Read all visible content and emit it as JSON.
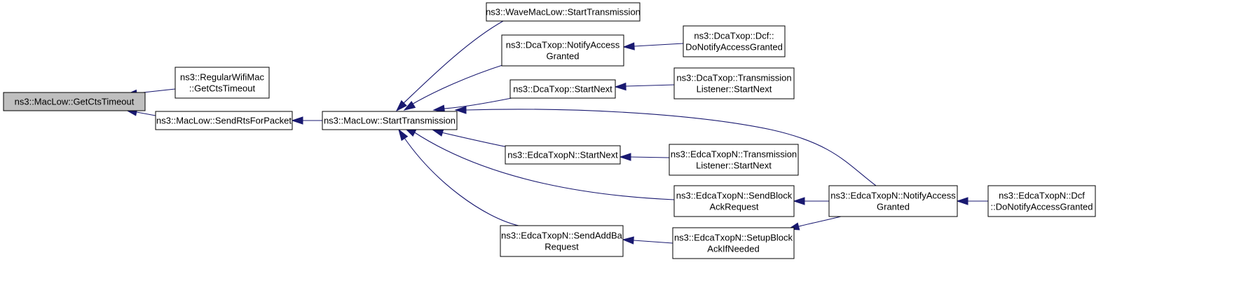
{
  "graph": {
    "colors": {
      "edge": "#191970",
      "focus_fill": "#bfbfbf",
      "node_fill": "#ffffff",
      "border": "#000000"
    },
    "nodes": [
      {
        "id": "getcts",
        "name": "node-maclow-getctstimeout",
        "lines": [
          "ns3::MacLow::GetCtsTimeout"
        ],
        "focus": true
      },
      {
        "id": "regular",
        "name": "node-regularwifimac-getctstimeout",
        "lines": [
          "ns3::RegularWifiMac",
          "::GetCtsTimeout"
        ]
      },
      {
        "id": "sendrts",
        "name": "node-maclow-sendrtsforpacket",
        "lines": [
          "ns3::MacLow::SendRtsForPacket"
        ]
      },
      {
        "id": "starttx",
        "name": "node-maclow-starttransmission",
        "lines": [
          "ns3::MacLow::StartTransmission"
        ]
      },
      {
        "id": "wave",
        "name": "node-wavemaclow-starttransmission",
        "lines": [
          "ns3::WaveMacLow::StartTransmission"
        ]
      },
      {
        "id": "dcanotify",
        "name": "node-dcatxop-notifyaccessgranted",
        "lines": [
          "ns3::DcaTxop::NotifyAccess",
          "Granted"
        ]
      },
      {
        "id": "dcadcf",
        "name": "node-dcatxop-dcf-donotifyaccessgranted",
        "lines": [
          "ns3::DcaTxop::Dcf::",
          "DoNotifyAccessGranted"
        ]
      },
      {
        "id": "dcanext",
        "name": "node-dcatxop-startnext",
        "lines": [
          "ns3::DcaTxop::StartNext"
        ]
      },
      {
        "id": "dcalistener",
        "name": "node-dcatxop-transmissionlistener-startnext",
        "lines": [
          "ns3::DcaTxop::Transmission",
          "Listener::StartNext"
        ]
      },
      {
        "id": "edcanext",
        "name": "node-edcatxopn-startnext",
        "lines": [
          "ns3::EdcaTxopN::StartNext"
        ]
      },
      {
        "id": "edcalistener",
        "name": "node-edcatxopn-transmissionlistener-startnext",
        "lines": [
          "ns3::EdcaTxopN::Transmission",
          "Listener::StartNext"
        ]
      },
      {
        "id": "sendblock",
        "name": "node-edcatxopn-sendblockackrequest",
        "lines": [
          "ns3::EdcaTxopN::SendBlock",
          "AckRequest"
        ]
      },
      {
        "id": "edcanotify",
        "name": "node-edcatxopn-notifyaccessgranted",
        "lines": [
          "ns3::EdcaTxopN::NotifyAccess",
          "Granted"
        ]
      },
      {
        "id": "edcadcf",
        "name": "node-edcatxopn-dcf-donotifyaccessgranted",
        "lines": [
          "ns3::EdcaTxopN::Dcf",
          "::DoNotifyAccessGranted"
        ]
      },
      {
        "id": "sendaddba",
        "name": "node-edcatxopn-sendaddbarequest",
        "lines": [
          "ns3::EdcaTxopN::SendAddBa",
          "Request"
        ]
      },
      {
        "id": "setupblock",
        "name": "node-edcatxopn-setupblockackifneeded",
        "lines": [
          "ns3::EdcaTxopN::SetupBlock",
          "AckIfNeeded"
        ]
      }
    ],
    "edges": [
      {
        "from": "regular",
        "to": "getcts"
      },
      {
        "from": "sendrts",
        "to": "getcts"
      },
      {
        "from": "starttx",
        "to": "sendrts"
      },
      {
        "from": "wave",
        "to": "starttx"
      },
      {
        "from": "dcanotify",
        "to": "starttx"
      },
      {
        "from": "dcanext",
        "to": "starttx"
      },
      {
        "from": "edcanotify",
        "to": "starttx"
      },
      {
        "from": "edcanext",
        "to": "starttx"
      },
      {
        "from": "sendblock",
        "to": "starttx"
      },
      {
        "from": "sendaddba",
        "to": "starttx"
      },
      {
        "from": "dcadcf",
        "to": "dcanotify"
      },
      {
        "from": "dcalistener",
        "to": "dcanext"
      },
      {
        "from": "edcalistener",
        "to": "edcanext"
      },
      {
        "from": "edcanotify",
        "to": "sendblock"
      },
      {
        "from": "edcadcf",
        "to": "edcanotify"
      },
      {
        "from": "setupblock",
        "to": "sendaddba"
      },
      {
        "from": "setupblock",
        "to": "edcanotify"
      }
    ]
  }
}
